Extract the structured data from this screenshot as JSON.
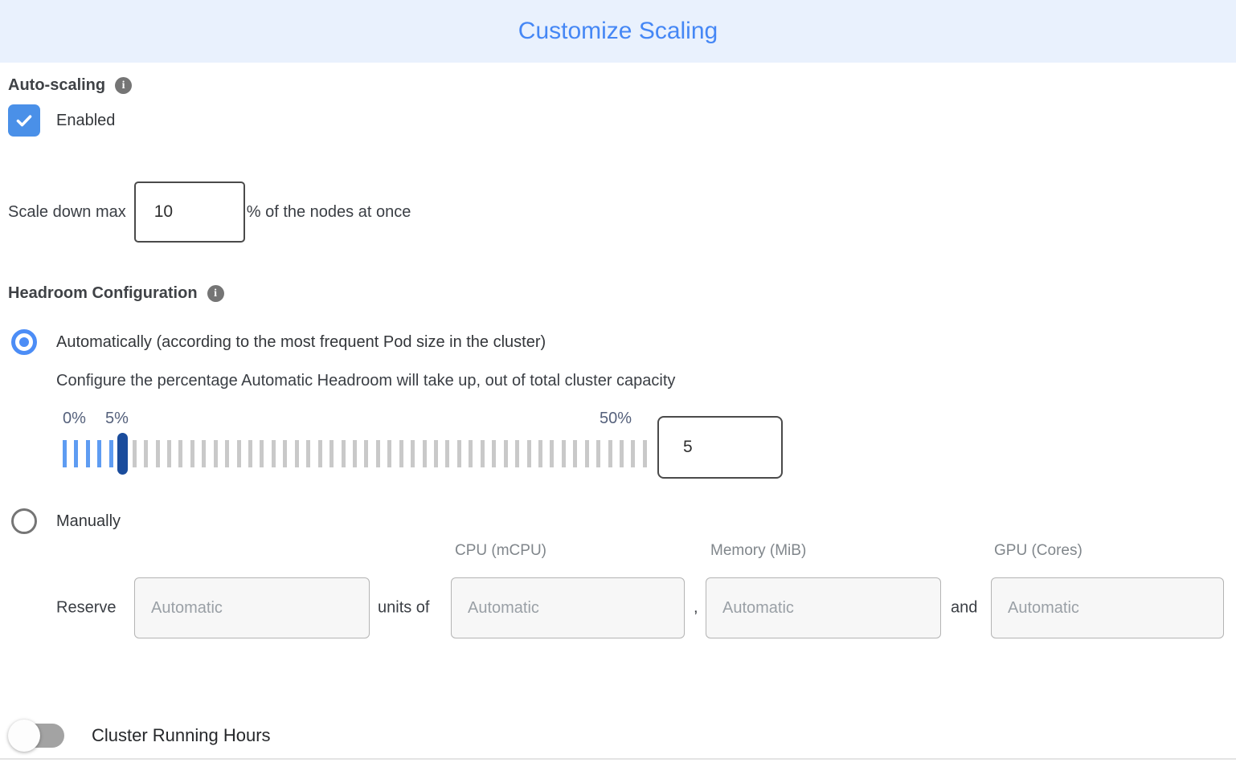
{
  "header": {
    "title": "Customize Scaling"
  },
  "auto_scaling": {
    "label": "Auto-scaling",
    "enabled_label": "Enabled",
    "checkbox_checked": true
  },
  "scale_down": {
    "prefix": "Scale down max",
    "value": "10",
    "suffix": "% of the nodes at once"
  },
  "headroom": {
    "label": "Headroom Configuration",
    "auto_option": "Automatically (according to the most frequent Pod size in the cluster)",
    "auto_selected": true,
    "auto_description": "Configure the percentage Automatic Headroom will take up, out of total cluster capacity",
    "slider": {
      "min": 0,
      "max": 50,
      "current": 5,
      "min_label": "0%",
      "current_label": "5%",
      "max_label": "50%",
      "value": "5"
    },
    "manual_option": "Manually",
    "manual_selected": false
  },
  "reserve": {
    "columns": [
      "CPU (mCPU)",
      "Memory (MiB)",
      "GPU (Cores)"
    ],
    "label": "Reserve",
    "units_of": "units of",
    "comma": ",",
    "and": "and",
    "placeholder": "Automatic"
  },
  "cluster_running_hours": {
    "label": "Cluster Running Hours",
    "enabled": false
  },
  "colors": {
    "header_bg": "#e9f1fd",
    "title_blue": "#4587f5",
    "accent_blue": "#4c8df6",
    "checkbox_blue": "#4a90e8",
    "tick_active": "#5e9cf2",
    "tick_inactive": "#c9c9c9",
    "slider_handle": "#1a4c9c",
    "slider_label": "#55617c",
    "muted_gray": "#80868b"
  }
}
